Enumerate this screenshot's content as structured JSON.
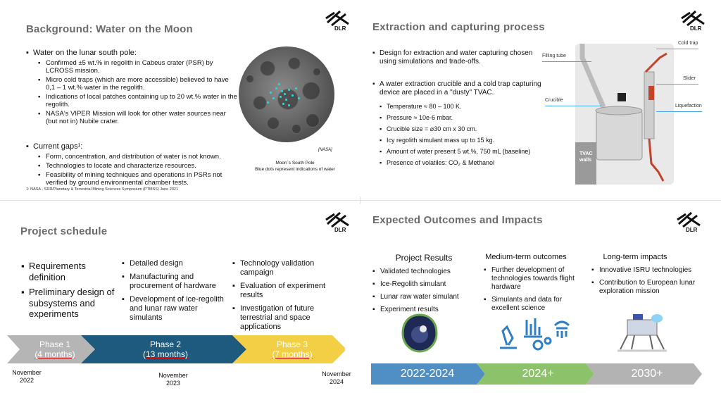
{
  "slide1": {
    "title": "Background: Water on the Moon",
    "logo_text": "DLR",
    "bullets": [
      {
        "level": 1,
        "text": "Water on the lunar south pole:"
      },
      {
        "level": 2,
        "text": "Confirmed ±5 wt.% in regolith in Cabeus crater (PSR) by LCROSS mission."
      },
      {
        "level": 2,
        "text": "Micro cold traps (which are more accessible) believed to have 0,1 – 1 wt.% water in the regolith."
      },
      {
        "level": 2,
        "text": "Indications of local patches containing up to 20 wt.% water in the regolith."
      },
      {
        "level": 2,
        "text": "NASA's VIPER Mission will look for other water sources near (but not in) Nubile crater."
      },
      {
        "level": 1,
        "text": "Current gaps¹:"
      },
      {
        "level": 2,
        "text": "Form, concentration, and distribution of water is not known."
      },
      {
        "level": 2,
        "text": "Technologies to locate and characterize resources."
      },
      {
        "level": 2,
        "text": "Feasibility of mining techniques and operations in PSRs not verified by ground environmental chamber tests."
      }
    ],
    "image_credit": "[NASA]",
    "caption_line1": "Moon´s South Pole",
    "caption_line2": "Blue dots represent indications of water",
    "footnote": "1: NASA - SRR/Planetary & Terrestrial Mining Sciences Symposium (PTMSS) June 2021"
  },
  "slide2": {
    "title": "Extraction and capturing process",
    "logo_text": "DLR",
    "bullet1": "Design for extraction and water capturing chosen using simulations and trade-offs.",
    "bullet2": "A water extraction crucible and a cold trap capturing device are placed in a \"dusty\" TVAC.",
    "sub_bullets": [
      "Temperature ≈ 80 – 100 K.",
      "Pressure ≈ 10e-6 mbar.",
      "Crucible size = ⌀30 cm x 30 cm.",
      "Icy regolith simulant mass up to 15 kg.",
      "Amount of water present 5 wt.%, 750 mL (baseline)",
      "Presence of volatiles: CO₂ & Methanol"
    ],
    "callouts": {
      "filling_tube": "Filling tube",
      "cold_trap": "Cold trap",
      "slider": "Slider",
      "crucible": "Crucible",
      "liquefaction": "Liquefaction",
      "tvac_line1": "TVAC",
      "tvac_line2": "walls"
    }
  },
  "slide3": {
    "title": "Project schedule",
    "logo_text": "DLR",
    "col1": [
      "Requirements definition",
      "Preliminary design of subsystems and experiments"
    ],
    "col2": [
      "Detailed design",
      "Manufacturing and procurement of hardware",
      "Development of ice-regolith and lunar raw water simulants"
    ],
    "col3": [
      "Technology validation campaign",
      "Evaluation of experiment results",
      "Investigation of future terrestrial and space applications"
    ],
    "phases": [
      {
        "name": "Phase 1",
        "duration": "(4 months)",
        "color": "#b5b5b5"
      },
      {
        "name": "Phase 2",
        "duration": "(13 months)",
        "color": "#1e5a7e"
      },
      {
        "name": "Phase 3",
        "duration": "(7 months)",
        "color": "#f2cf45"
      }
    ],
    "dates": [
      {
        "month": "November",
        "year": "2022"
      },
      {
        "month": "November",
        "year": "2023"
      },
      {
        "month": "November",
        "year": "2024"
      }
    ]
  },
  "slide4": {
    "title": "Expected Outcomes and Impacts",
    "logo_text": "DLR",
    "headers": [
      "Project Results",
      "Medium-term outcomes",
      "Long-term impacts"
    ],
    "col1": [
      "Validated technologies",
      "Ice-Regolith simulant",
      "Lunar raw water simulant",
      "Experiment results"
    ],
    "col2": [
      "Further development of technologies towards flight hardware",
      "Simulants and data for excellent science"
    ],
    "col3": [
      "Innovative ISRU technologies",
      "Contribution to European lunar exploration mission"
    ],
    "bar": [
      {
        "label": "2022-2024",
        "color": "#4f8fc4"
      },
      {
        "label": "2024+",
        "color": "#8cc36a"
      },
      {
        "label": "2030+",
        "color": "#b3b3b3"
      }
    ],
    "accent_blue": "#2e7fc3"
  }
}
